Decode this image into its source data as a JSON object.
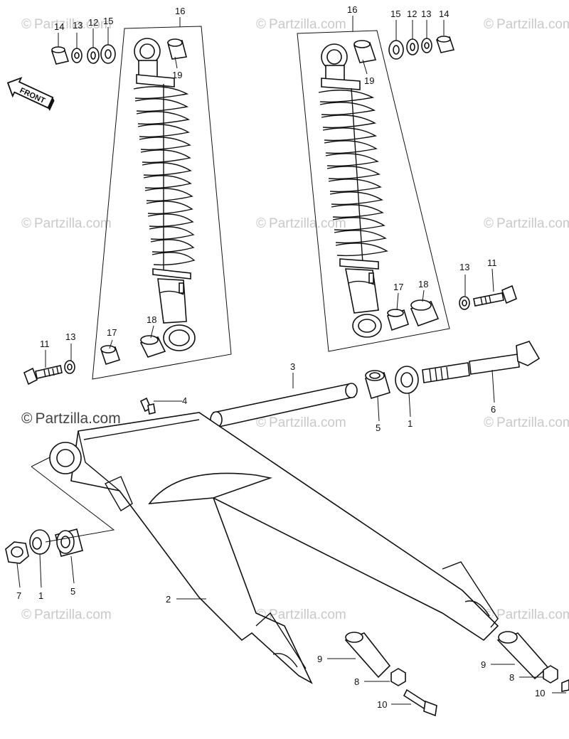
{
  "watermark": {
    "text": "Partzilla.com",
    "prefix": "©"
  },
  "front_label": "FRONT",
  "callouts": {
    "c14a": "14",
    "c13a": "13",
    "c12a": "12",
    "c15a": "15",
    "c16a": "16",
    "c19a": "19",
    "c18a": "18",
    "c17a": "17",
    "c11a": "11",
    "c13b": "13",
    "c16b": "16",
    "c15b": "15",
    "c12b": "12",
    "c13c": "13",
    "c14b": "14",
    "c19b": "19",
    "c17b": "17",
    "c18b": "18",
    "c13d": "13",
    "c11b": "11",
    "c3": "3",
    "c4": "4",
    "c5a": "5",
    "c1a": "1",
    "c6": "6",
    "c7": "7",
    "c1b": "1",
    "c5b": "5",
    "c2": "2",
    "c9a": "9",
    "c8a": "8",
    "c10a": "10",
    "c9b": "9",
    "c8b": "8",
    "c10b": "10"
  }
}
